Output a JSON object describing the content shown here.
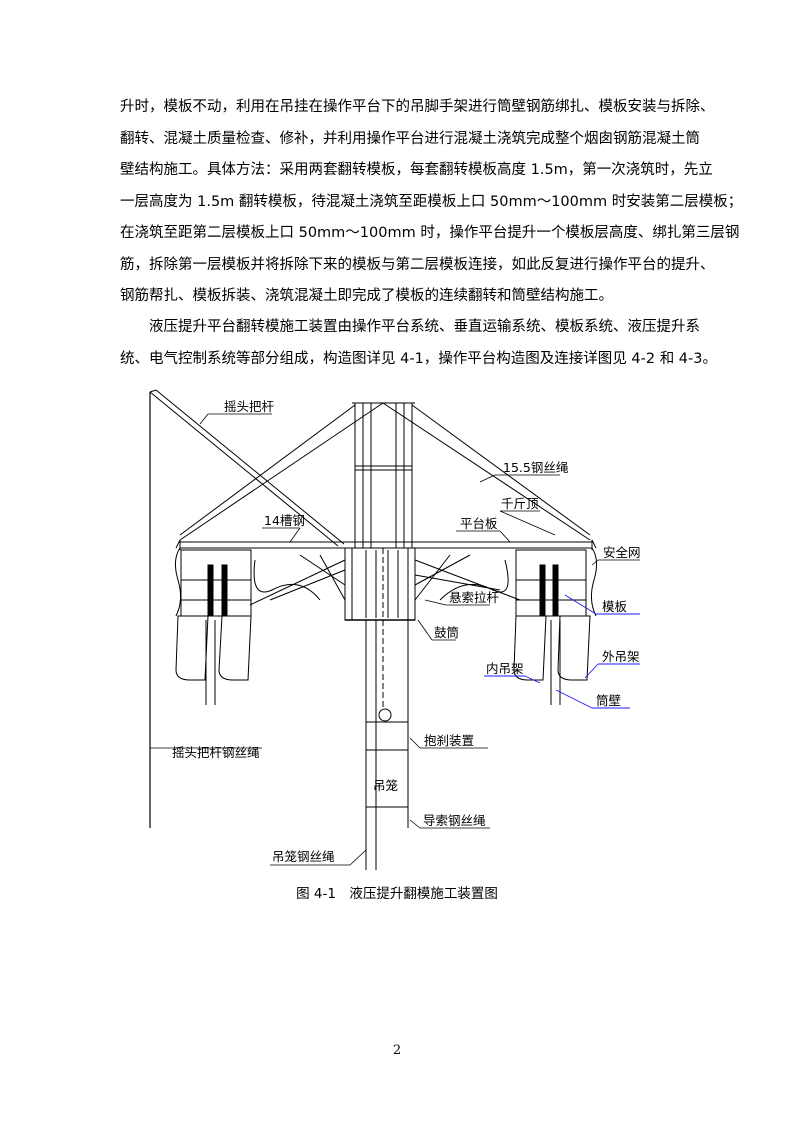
{
  "paragraphs": [
    {
      "lines": [
        "升时，模板不动，利用在吊挂在操作平台下的吊脚手架进行筒壁钢筋绑扎、模板安装与拆除、",
        "翻转、混凝土质量检查、修补，并利用操作平台进行混凝土浇筑完成整个烟囱钢筋混凝土筒",
        "壁结构施工。具体方法：采用两套翻转模板，每套翻转模板高度 1.5m，第一次浇筑时，先立",
        "一层高度为 1.5m 翻转模板，待混凝土浇筑至距模板上口 50mm～100mm 时安装第二层模板；",
        "在浇筑至距第二层模板上口 50mm～100mm 时，操作平台提升一个模板层高度、绑扎第三层钢",
        "筋，拆除第一层模板并将拆除下来的模板与第二层模板连接，如此反复进行操作平台的提升、",
        "钢筋帮扎、模板拆装、浇筑混凝土即完成了模板的连续翻转和筒壁结构施工。"
      ]
    },
    {
      "lines": [
        "　　液压提升平台翻转模施工装置由操作平台系统、垂直运输系统、模板系统、液压提升系",
        "统、电气控制系统等部分组成，构造图详见 4-1，操作平台构造图及连接详图见 4-2 和 4-3。"
      ]
    }
  ],
  "figure": {
    "labels": {
      "rocker_arm": "摇头把杆",
      "wire_rope_155": "15.5钢丝绳",
      "jack": "千斤顶",
      "channel_steel": "14槽钢",
      "platform_board": "平台板",
      "safety_net": "安全网",
      "suspension_rod": "悬索拉杆",
      "formwork": "模板",
      "drum": "鼓筒",
      "inner_frame": "内吊架",
      "outer_frame": "外吊架",
      "chimney_wall": "筒壁",
      "brake_device": "抱刹装置",
      "rocker_rope": "摇头把杆钢丝绳",
      "cage": "吊笼",
      "guide_rope": "导索钢丝绳",
      "cage_rope": "吊笼钢丝绳"
    },
    "caption": "图 4-1　液压提升翻模施工装置图"
  },
  "page_number": "2",
  "colors": {
    "text": "#000000",
    "leader_blue": "#1a1aff"
  }
}
